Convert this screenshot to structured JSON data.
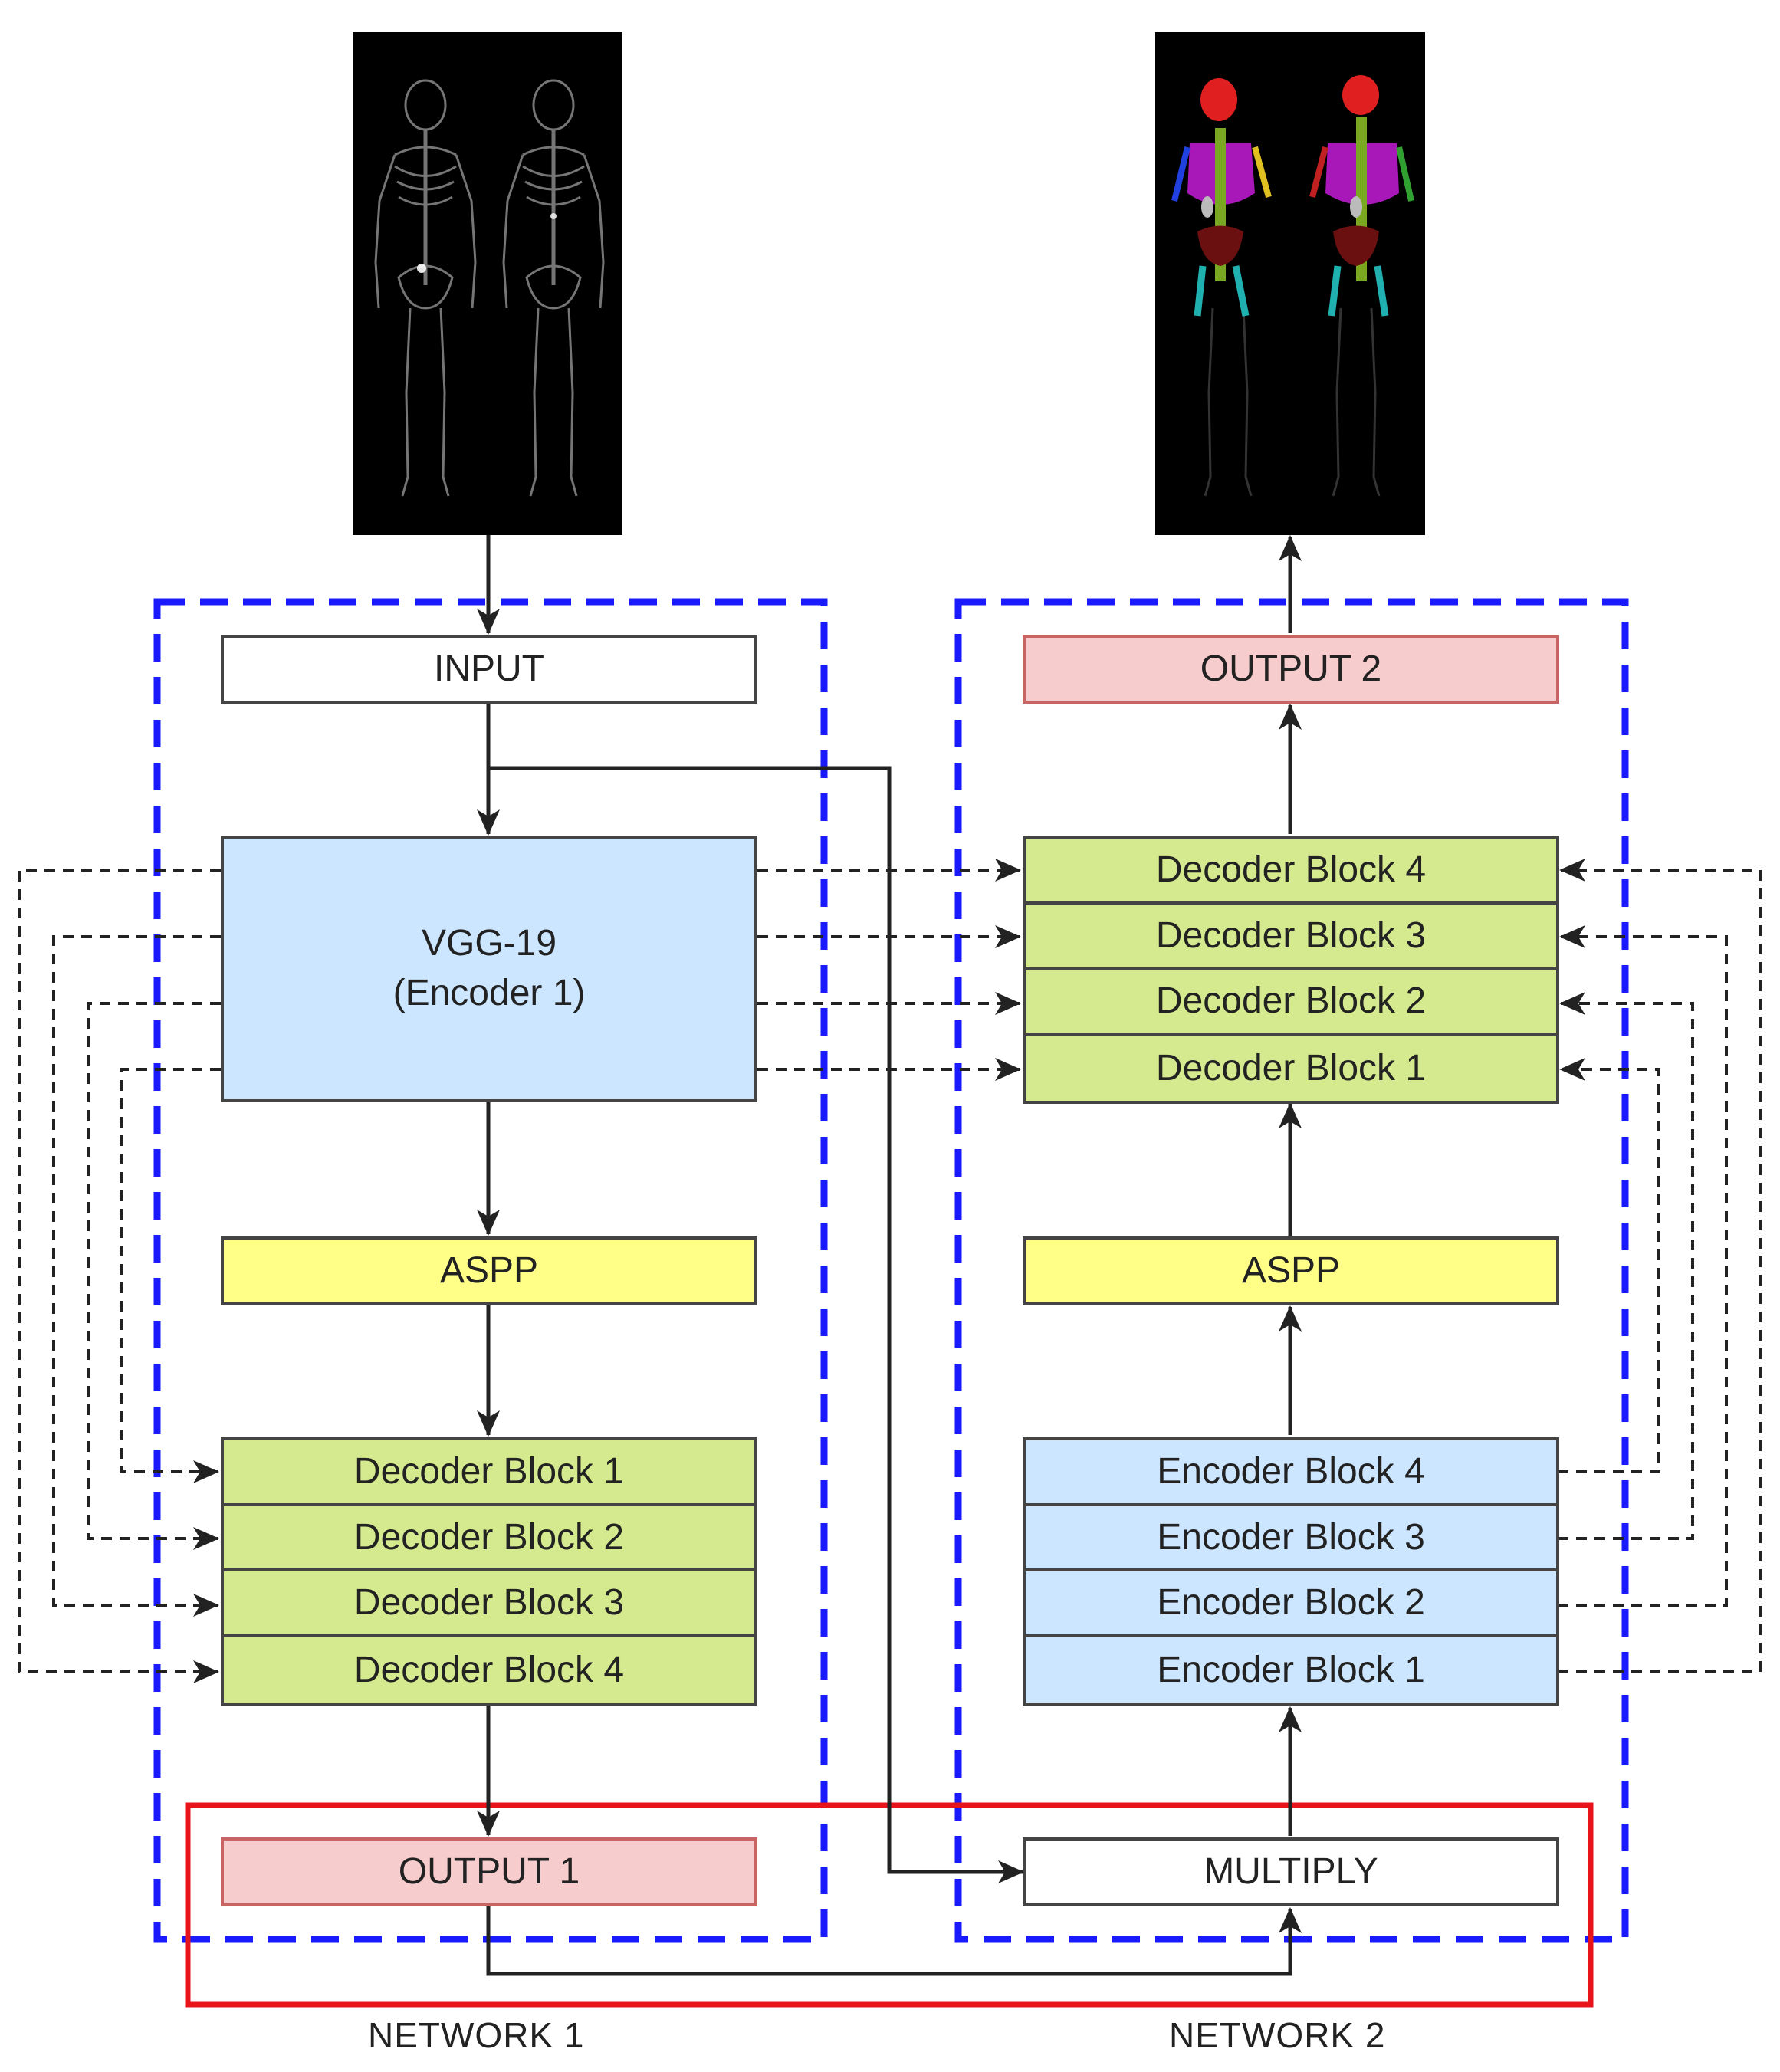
{
  "colors": {
    "blue_dash": "#1a1aff",
    "red_frame": "#e8141c",
    "input_fill": "#ffffff",
    "output_fill": "#f7cccc",
    "output_border": "#c86464",
    "encoder_fill": "#cce6ff",
    "aspp_fill": "#ffff88",
    "decoder_fill": "#d5ea8e"
  },
  "images": {
    "input": "bone-scan-whole-body-icon",
    "output": "segmented-skeleton-icon"
  },
  "network1": {
    "label": "NETWORK 1",
    "input": "INPUT",
    "encoder_line1": "VGG-19",
    "encoder_line2": "(Encoder 1)",
    "aspp": "ASPP",
    "decoder_blocks": [
      "Decoder Block 1",
      "Decoder Block 2",
      "Decoder Block 3",
      "Decoder Block 4"
    ],
    "output": "OUTPUT 1"
  },
  "network2": {
    "label": "NETWORK 2",
    "output": "OUTPUT 2",
    "decoder_blocks": [
      "Decoder Block 4",
      "Decoder Block 3",
      "Decoder Block 2",
      "Decoder Block 1"
    ],
    "aspp": "ASPP",
    "encoder_blocks": [
      "Encoder Block 4",
      "Encoder Block 3",
      "Encoder Block 2",
      "Encoder Block 1"
    ],
    "multiply": "MULTIPLY"
  }
}
